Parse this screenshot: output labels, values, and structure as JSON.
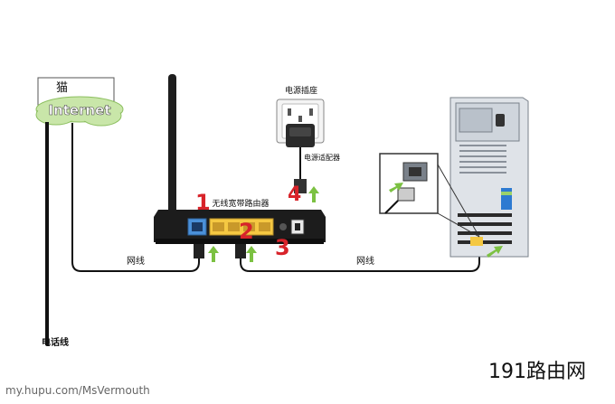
{
  "modem": {
    "title": "猫",
    "label": "Internet"
  },
  "phone_line_label": "电话线",
  "cable_label_left": "网线",
  "cable_label_right": "网线",
  "power_outlet_label": "电源插座",
  "power_adapter_label": "电源适配器",
  "router_label": "无线宽带路由器",
  "step_numbers": [
    "1",
    "2",
    "3",
    "4"
  ],
  "watermark_url": "my.hupu.com/MsVermouth",
  "brand": "191路由网",
  "colors": {
    "step_number": "#d8232a",
    "lan_ports": "#f5c842",
    "wan_port": "#4a90d9",
    "arrow": "#7cc142",
    "cloud": "#c9e6a9",
    "pc_body": "#dfe3e8"
  }
}
